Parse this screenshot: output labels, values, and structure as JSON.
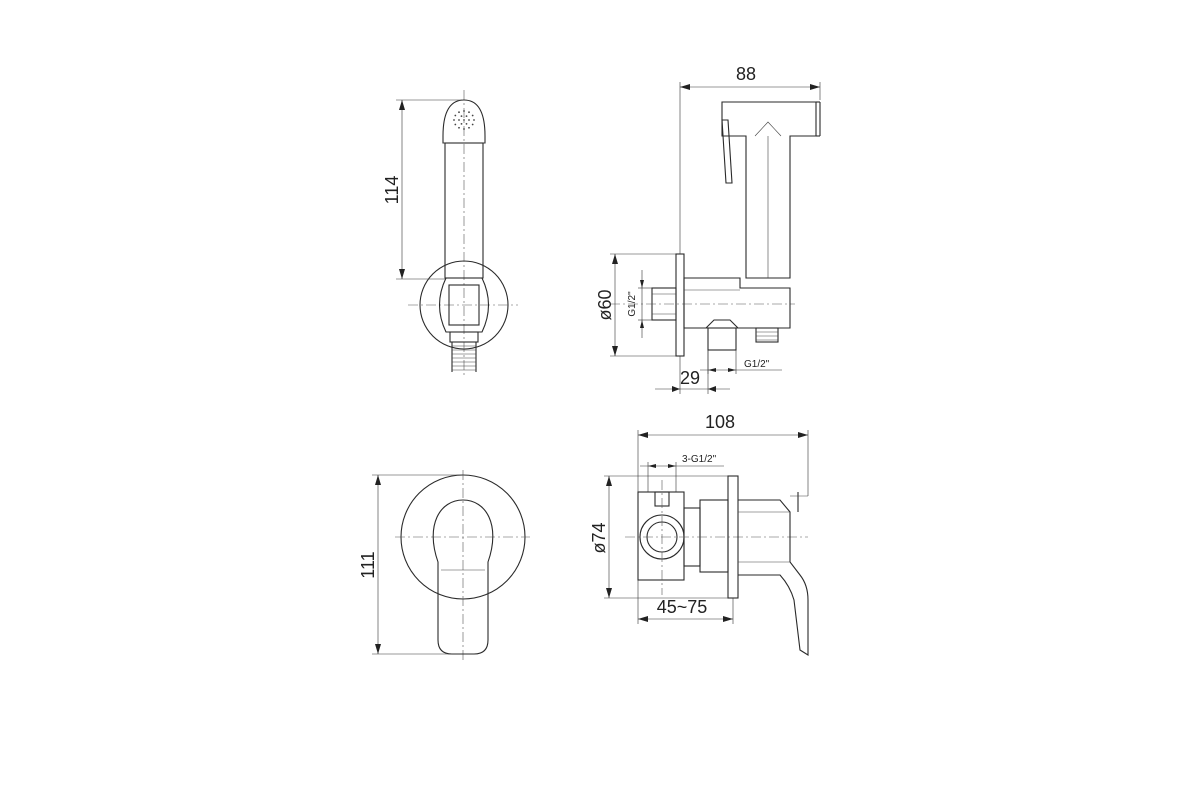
{
  "dimensions": {
    "handset_height": "114",
    "side_width": "88",
    "flange_diameter": "ø60",
    "thread_side": "G1/2\"",
    "thread_bottom": "G1/2\"",
    "outlet_offset": "29",
    "valve_width": "108",
    "valve_threads": "3-G1/2\"",
    "valve_diameter": "ø74",
    "install_depth": "45~75",
    "plate_height": "111"
  }
}
